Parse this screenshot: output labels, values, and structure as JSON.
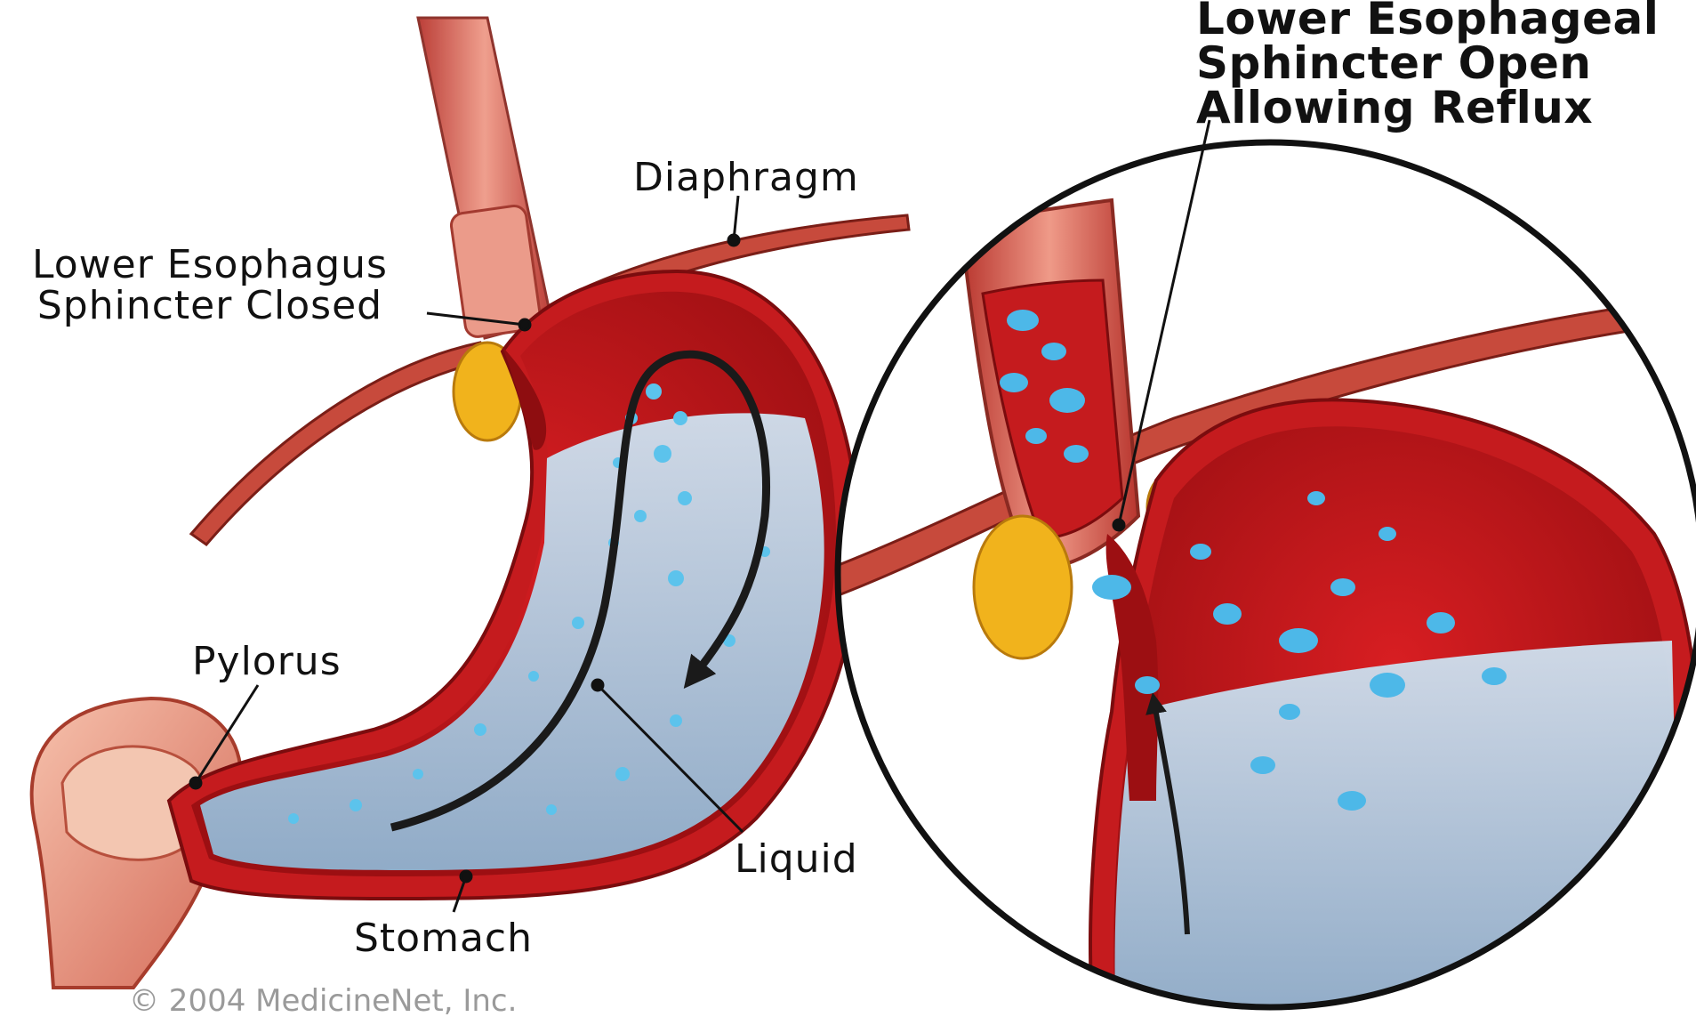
{
  "labels": {
    "lower_esophageal_open_line1": "Lower Esophageal",
    "lower_esophageal_open_line2": "Sphincter Open",
    "lower_esophageal_open_line3": "Allowing Reflux",
    "diaphragm": "Diaphragm",
    "lower_esophagus_closed_line1": "Lower Esophagus",
    "lower_esophagus_closed_line2": "Sphincter Closed",
    "pylorus": "Pylorus",
    "liquid": "Liquid",
    "stomach": "Stomach"
  },
  "copyright": "© 2004 MedicineNet, Inc.",
  "colors": {
    "tissue_red": "#c8161c",
    "tissue_dark": "#8e0d10",
    "muscle_salmon": "#e9867a",
    "fat_yellow": "#f1b31c",
    "liquid_blue": "#a9c4dc",
    "droplet_blue": "#4db8e8",
    "outline": "#111111"
  }
}
